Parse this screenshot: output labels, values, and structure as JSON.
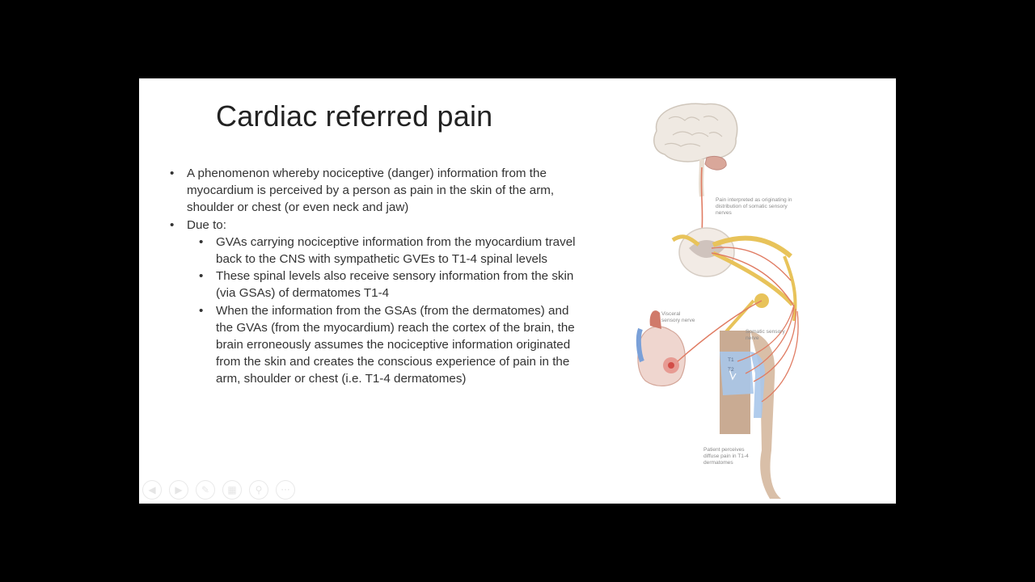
{
  "slide": {
    "title": "Cardiac referred pain",
    "bullets": [
      {
        "level": 1,
        "text": "A phenomenon whereby nociceptive (danger) information from the myocardium is perceived by a person as pain in the skin of the arm, shoulder or chest (or even neck and jaw)"
      },
      {
        "level": 1,
        "text": "Due to:"
      },
      {
        "level": 2,
        "text": "GVAs carrying nociceptive information from the myocardium travel back to the CNS with sympathetic GVEs to T1-4 spinal levels"
      },
      {
        "level": 2,
        "text": "These spinal levels also receive sensory information from the skin (via GSAs) of dermatomes T1-4"
      },
      {
        "level": 2,
        "text": "When the information from the GSAs (from the dermatomes) and the GVAs (from the myocardium) reach the cortex of the brain, the brain erroneously assumes the nociceptive information originated from the skin and creates the conscious experience of pain in the arm, shoulder or chest (i.e. T1-4 dermatomes)"
      }
    ],
    "bullet_symbol": "•"
  },
  "diagram": {
    "labels": {
      "brain": "Pain interpreted as originating in distribution of somatic sensory nerves",
      "visceral": "Visceral sensory nerve",
      "somatic": "Somatic sensory nerve",
      "patient": "Patient perceives diffuse pain in T1-4 dermatomes",
      "dermatome_1": "T1",
      "dermatome_2": "T2"
    }
  },
  "controls": {
    "icons": [
      "prev-icon",
      "next-icon",
      "pen-icon",
      "slides-icon",
      "zoom-icon",
      "more-icon"
    ],
    "glyphs": [
      "◀",
      "▶",
      "✎",
      "▦",
      "⚲",
      "···"
    ]
  }
}
